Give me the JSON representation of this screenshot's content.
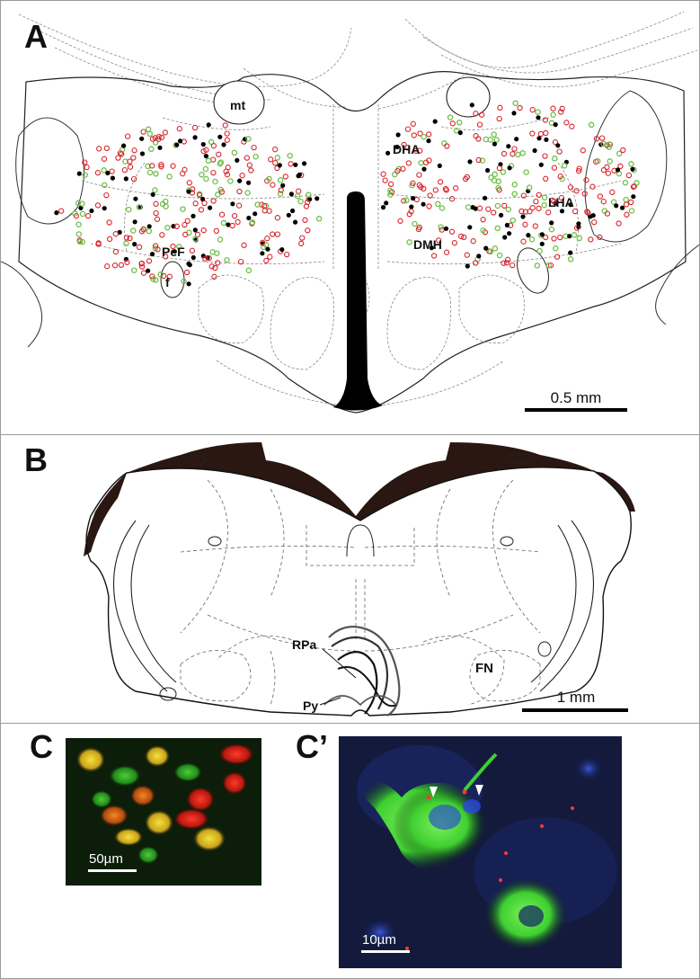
{
  "panel_a": {
    "letter": "A",
    "labels": {
      "mt": "mt",
      "dha": "DHA",
      "lha": "LHA",
      "dmh": "DMH",
      "pef": "PeF",
      "f": "f"
    },
    "scale_bar": "0.5 mm",
    "marker_colors": {
      "red": "#d8232a",
      "green": "#6fbf4a",
      "black": "#000000"
    }
  },
  "panel_b": {
    "letter": "B",
    "labels": {
      "rpa": "RPa",
      "py": "Py",
      "fn": "FN"
    },
    "scale_bar": "1 mm"
  },
  "panel_c": {
    "letter": "C",
    "scale_bar": "50µm"
  },
  "panel_c_prime": {
    "letter": "C’",
    "scale_bar": "10µm"
  }
}
